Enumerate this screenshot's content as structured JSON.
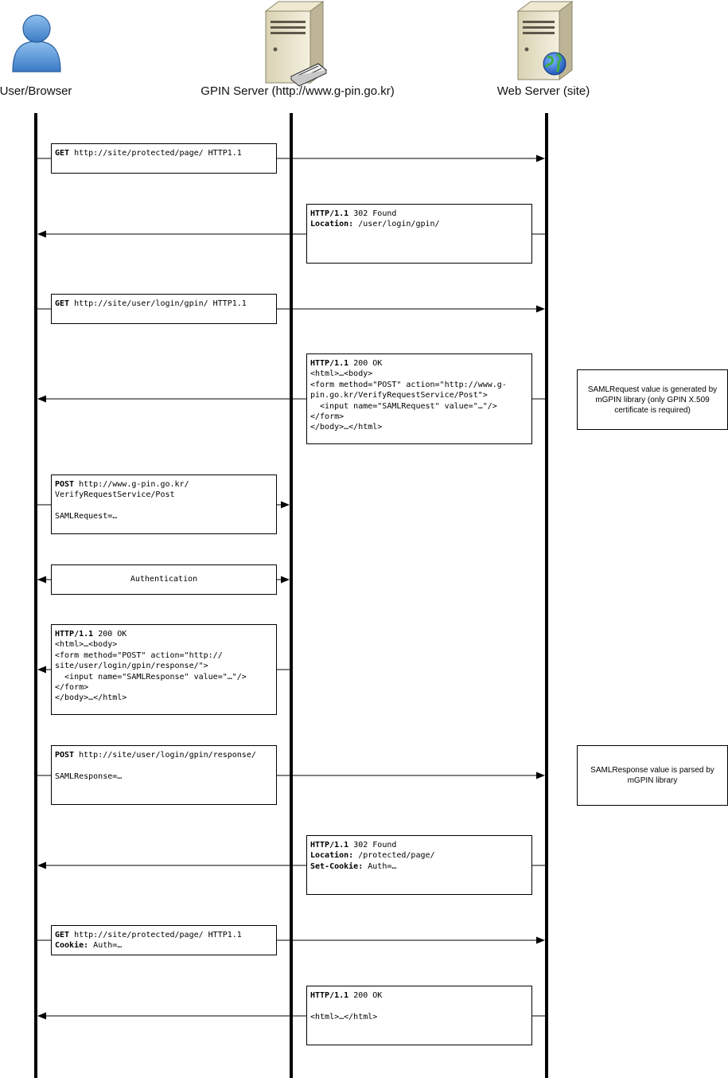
{
  "actors": [
    {
      "id": "browser",
      "label": "User/Browser",
      "icon": "user-icon"
    },
    {
      "id": "gpin",
      "label": "GPIN Server (http://www.g-pin.go.kr)",
      "icon": "server-keyboard-icon"
    },
    {
      "id": "web",
      "label": "Web Server (site)",
      "icon": "server-globe-icon"
    }
  ],
  "messages": [
    {
      "from": "browser",
      "to": "web",
      "lines": [
        {
          "bold": "GET",
          "text": " http://site/protected/page/ HTTP1.1"
        }
      ]
    },
    {
      "from": "web",
      "to": "browser",
      "lines": [
        {
          "bold": "HTTP/1.1",
          "text": " 302 Found"
        },
        {
          "bold": "Location:",
          "text": " /user/login/gpin/"
        }
      ]
    },
    {
      "from": "browser",
      "to": "web",
      "lines": [
        {
          "bold": "GET",
          "text": " http://site/user/login/gpin/ HTTP1.1"
        }
      ]
    },
    {
      "from": "web",
      "to": "browser",
      "lines": [
        {
          "bold": "HTTP/1.1",
          "text": " 200 OK"
        },
        {
          "bold": "",
          "text": "<html>…<body>"
        },
        {
          "bold": "",
          "text": "<form method=\"POST\" action=\"http://www.g-"
        },
        {
          "bold": "",
          "text": "pin.go.kr/VerifyRequestService/Post\">"
        },
        {
          "bold": "",
          "text": "  <input name=\"SAMLRequest\" value=\"…\"/>"
        },
        {
          "bold": "",
          "text": "</form>"
        },
        {
          "bold": "",
          "text": "</body>…</html>"
        }
      ]
    },
    {
      "from": "browser",
      "to": "gpin",
      "lines": [
        {
          "bold": "POST",
          "text": " http://www.g-pin.go.kr/"
        },
        {
          "bold": "",
          "text": "VerifyRequestService/Post"
        },
        {
          "bold": "",
          "text": ""
        },
        {
          "bold": "",
          "text": "SAMLRequest=…"
        }
      ]
    },
    {
      "from": "browser",
      "to": "gpin",
      "both": true,
      "center": true,
      "lines": [
        {
          "bold": "",
          "text": "Authentication"
        }
      ]
    },
    {
      "from": "gpin",
      "to": "browser",
      "lines": [
        {
          "bold": "HTTP/1.1",
          "text": " 200 OK"
        },
        {
          "bold": "",
          "text": "<html>…<body>"
        },
        {
          "bold": "",
          "text": "<form method=\"POST\" action=\"http://"
        },
        {
          "bold": "",
          "text": "site/user/login/gpin/response/\">"
        },
        {
          "bold": "",
          "text": "  <input name=\"SAMLResponse\" value=\"…\"/>"
        },
        {
          "bold": "",
          "text": "</form>"
        },
        {
          "bold": "",
          "text": "</body>…</html>"
        }
      ]
    },
    {
      "from": "browser",
      "to": "web",
      "lines": [
        {
          "bold": "POST",
          "text": " http://site/user/login/gpin/response/"
        },
        {
          "bold": "",
          "text": ""
        },
        {
          "bold": "",
          "text": "SAMLResponse=…"
        }
      ]
    },
    {
      "from": "web",
      "to": "browser",
      "lines": [
        {
          "bold": "HTTP/1.1",
          "text": " 302 Found"
        },
        {
          "bold": "Location:",
          "text": " /protected/page/"
        },
        {
          "bold": "Set-Cookie:",
          "text": " Auth=…"
        }
      ]
    },
    {
      "from": "browser",
      "to": "web",
      "lines": [
        {
          "bold": "GET",
          "text": " http://site/protected/page/ HTTP1.1"
        },
        {
          "bold": "Cookie:",
          "text": " Auth=…"
        }
      ]
    },
    {
      "from": "web",
      "to": "browser",
      "lines": [
        {
          "bold": "HTTP/1.1",
          "text": " 200 OK"
        },
        {
          "bold": "",
          "text": ""
        },
        {
          "bold": "",
          "text": "<html>…</html>"
        }
      ]
    }
  ],
  "notes": [
    {
      "text": "SAMLRequest value is generated by mGPIN library (only GPIN X.509 certificate is required)"
    },
    {
      "text": "SAMLResponse value is parsed by mGPIN library"
    }
  ],
  "colors": {
    "line": "#000000",
    "background": "#ffffff"
  }
}
